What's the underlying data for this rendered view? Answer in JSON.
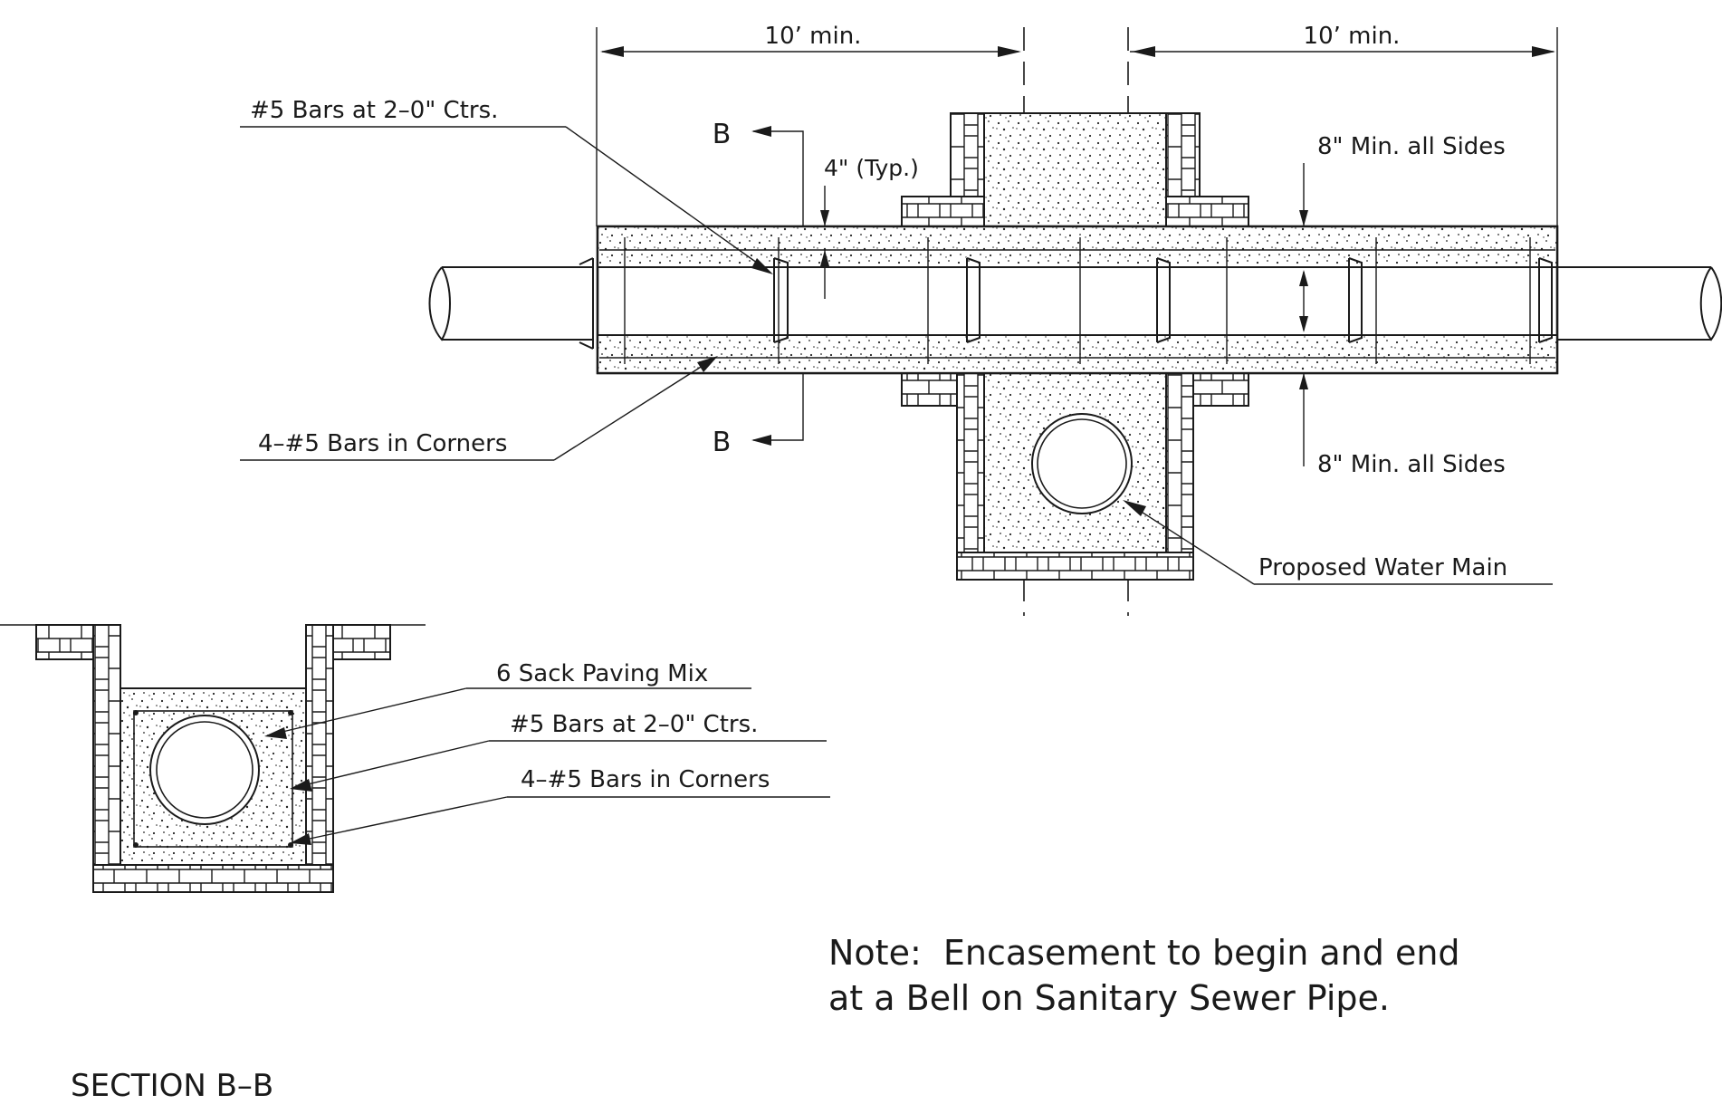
{
  "plan": {
    "dim_left": "10’ min.",
    "dim_right": "10’ min.",
    "bars_label": "#5 Bars at 2–0\" Ctrs.",
    "typ_label": "4\" (Typ.)",
    "section_mark_top": "B",
    "section_mark_bottom": "B",
    "min_sides_top": "8\" Min. all Sides",
    "min_sides_bottom": "8\" Min. all Sides",
    "corner_bars_label": "4–#5 Bars in Corners",
    "water_main_label": "Proposed Water Main"
  },
  "section": {
    "paving_label": "6 Sack Paving Mix",
    "bars_label": "#5 Bars at 2–0\" Ctrs.",
    "corner_bars_label": "4–#5 Bars in Corners",
    "title": "SECTION B–B"
  },
  "note": {
    "line1": "Note:  Encasement to begin and end",
    "line2": "at a Bell on Sanitary Sewer Pipe."
  }
}
